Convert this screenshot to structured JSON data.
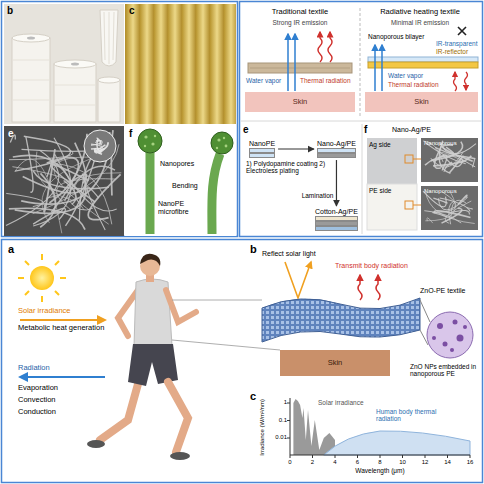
{
  "diagram": {
    "nodes": [
      {
        "text": [
          "Skin"
        ]
      },
      {
        "text": [
          "Skin"
        ]
      },
      {
        "text": [
          "NanoPE"
        ]
      },
      {
        "text": [
          "Nano-Ag/PE"
        ]
      },
      {
        "text": [
          "Cotton-Ag/PE"
        ]
      },
      {
        "text": [
          "Skin"
        ]
      }
    ],
    "edges": [
      {
        "from": 2,
        "to": 3,
        "arrow": "to",
        "label": "1) Polydopamine coating 2) Electroless plating"
      },
      {
        "from": 3,
        "to": 4,
        "arrow": "to",
        "label": "Lamination"
      }
    ],
    "labels": [
      "b",
      "c",
      "e",
      "f",
      "Nanopores",
      "Bending",
      "NanoPE microfibre",
      "Traditional textile",
      "Radiative heating textile",
      "Strong IR emission",
      "Minimal IR emission",
      "Water vapor",
      "Thermal radiation",
      "Water vapor",
      "Thermal radiation",
      "Nanoporous bilayer",
      "IR-transparent",
      "IR-reflector",
      "e",
      "f",
      "Nano-Ag/PE",
      "Ag side",
      "PE side",
      "Nanoporous",
      "Nanoporous",
      "a",
      "Solar irradiance",
      "Metabolic heat generation",
      "Radiation",
      "Evaporation",
      "Convection",
      "Conduction",
      "b",
      "Reflect solar light",
      "Transmit body radiation",
      "ZnO-PE textile",
      "ZnO NPs embedded in nanoporous PE",
      "c",
      "Irradiance (W/m²/nm)",
      "1",
      "0.1",
      "0.01",
      "Solar irradiance",
      "Human body thermal radiation",
      "0",
      "2",
      "4",
      "6",
      "8",
      "10",
      "12",
      "14",
      "16",
      "Wavelength (μm)"
    ]
  }
}
